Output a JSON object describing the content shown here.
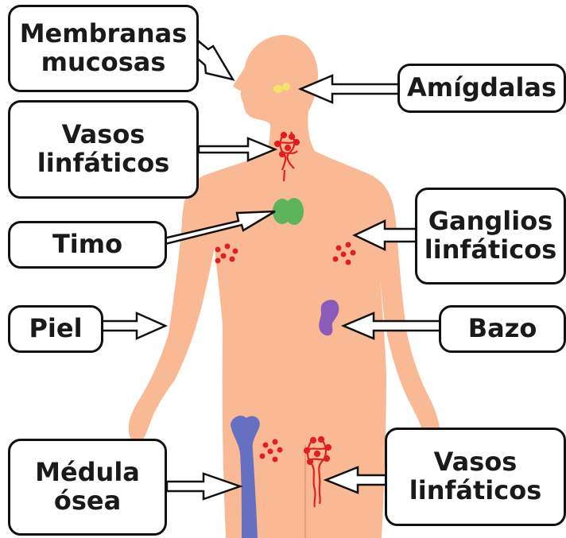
{
  "labels": {
    "membranas_mucosas": "Membranas\nmucosas",
    "amigdalas": "Amígdalas",
    "vasos_linfaticos_upper": "Vasos\nlinfáticos",
    "timo": "Timo",
    "ganglios_linfaticos": "Ganglios\nlinfáticos",
    "piel": "Piel",
    "bazo": "Bazo",
    "medula_osea": "Médula\nósea",
    "vasos_linfaticos_lower": "Vasos\nlinfáticos"
  },
  "colors": {
    "skin": "#F8B994",
    "skin_edge": "#E9A07A",
    "tonsils": "#F3E36A",
    "thymus": "#5DB45B",
    "spleen": "#8A5BB8",
    "bone": "#6670C2",
    "lymph": "#E02020",
    "outline": "#111111"
  }
}
